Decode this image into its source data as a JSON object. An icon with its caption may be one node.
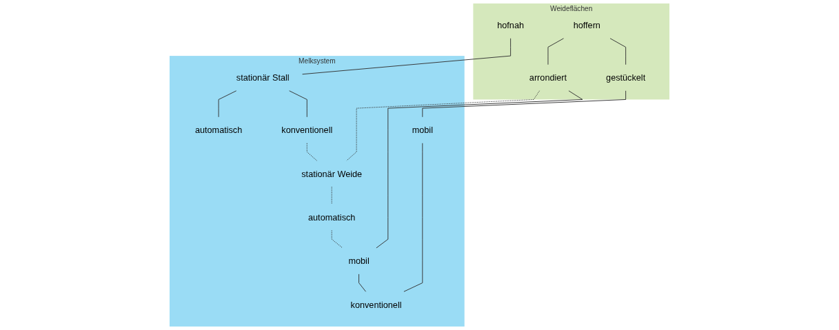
{
  "diagram": {
    "nodes": [
      {
        "text": [
          "Weideflächen"
        ]
      },
      {
        "text": [
          "hofnah"
        ],
        "in": 0
      },
      {
        "text": [
          "hoffern"
        ],
        "in": 0
      },
      {
        "text": [
          "arrondiert"
        ],
        "in": 0
      },
      {
        "text": [
          "gestückelt"
        ],
        "in": 0
      },
      {
        "text": [
          "Melksystem"
        ]
      },
      {
        "text": [
          "stationär Stall"
        ],
        "in": 5
      },
      {
        "text": [
          "stationär Weide"
        ],
        "in": 5
      },
      {
        "text": [
          "mobil"
        ],
        "in": 5
      },
      {
        "text": [
          "mobil"
        ],
        "in": 5
      },
      {
        "text": [
          "automatisch"
        ],
        "in": 5
      },
      {
        "text": [
          "konventionell"
        ],
        "in": 5
      },
      {
        "text": [
          "automatisch"
        ],
        "in": 5
      },
      {
        "text": [
          "konventionell"
        ],
        "in": 5
      }
    ],
    "edges": [
      {
        "from": 1,
        "to": 6,
        "arrow": "none"
      },
      {
        "from": 2,
        "to": 3,
        "arrow": "none"
      },
      {
        "from": 2,
        "to": 4,
        "arrow": "none"
      },
      {
        "from": 3,
        "to": 7,
        "arrow": "none",
        "style": "dashed"
      },
      {
        "from": 3,
        "to": 8,
        "arrow": "none"
      },
      {
        "from": 4,
        "to": 9,
        "arrow": "none"
      },
      {
        "from": 6,
        "to": 10,
        "arrow": "none"
      },
      {
        "from": 6,
        "to": 11,
        "arrow": "none"
      },
      {
        "from": 11,
        "to": 7,
        "arrow": "none",
        "style": "dashed"
      },
      {
        "from": 7,
        "to": 12,
        "arrow": "none",
        "style": "dashed"
      },
      {
        "from": 12,
        "to": 8,
        "arrow": "none",
        "style": "dashed"
      },
      {
        "from": 8,
        "to": 13,
        "arrow": "none"
      },
      {
        "from": 9,
        "to": 13,
        "arrow": "none"
      }
    ]
  }
}
